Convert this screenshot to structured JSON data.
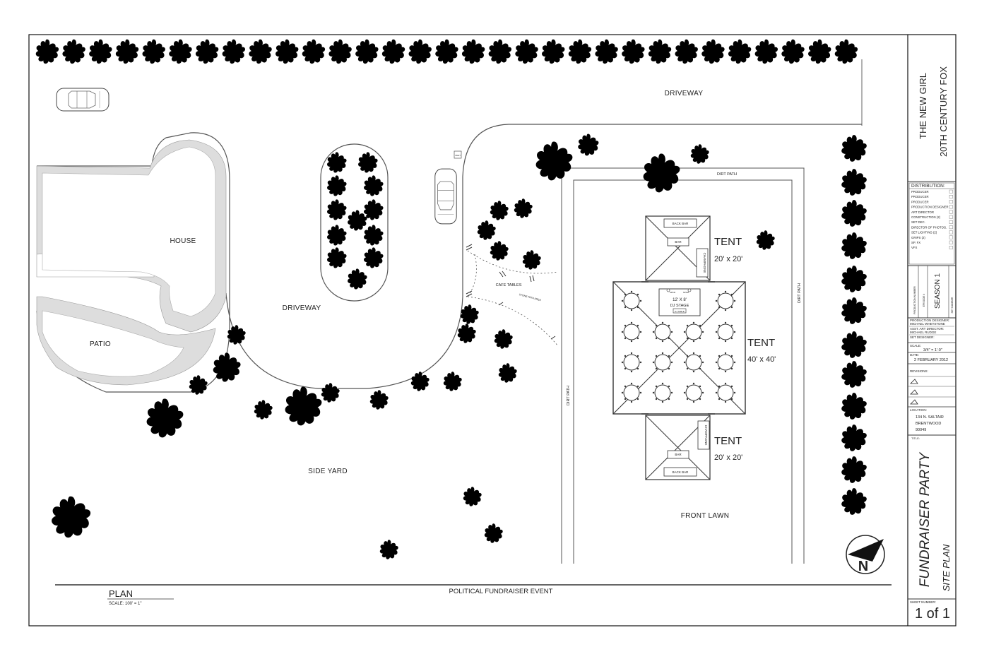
{
  "plan": {
    "labels": {
      "driveway_top": "DRIVEWAY",
      "driveway_mid": "DRIVEWAY",
      "house": "HOUSE",
      "patio": "PATIO",
      "side_yard": "SIDE YARD",
      "front_lawn": "FRONT LAWN",
      "dirt_path_top": "DIRT PATH",
      "dirt_path_left": "DIRT PATH",
      "dirt_path_right": "DIRT PATH",
      "cafe_tables": "CAFE TABLES",
      "stone_path": "STONE PATH AREA",
      "valet": "VALET"
    },
    "tent_top": {
      "title": "TENT",
      "size": "20' x 20'",
      "back_bar": "BACK BAR",
      "bar": "BAR",
      "champagne": "CHAMPAGNE"
    },
    "tent_main": {
      "title": "TENT",
      "size": "40' x 40'",
      "stage_line1": "12' X 8'",
      "stage_line2": "DJ STAGE",
      "stage_small": "DJ TABLE",
      "stage_speaker_l": "SPKR",
      "stage_speaker_r": "SPKR"
    },
    "tent_bottom": {
      "title": "TENT",
      "size": "20' x 20'",
      "back_bar": "BACK BAR",
      "bar": "BAR",
      "champagne": "CHAMPAGNE"
    },
    "north": "N",
    "footer": {
      "event": "POLITICAL FUNDRAISER EVENT",
      "plan_title": "PLAN",
      "scale": "SCALE: 100' = 1\""
    }
  },
  "title_block": {
    "show": "THE NEW GIRL",
    "studio": "20TH CENTURY FOX",
    "distribution_heading": "DISTRIBUTION:",
    "distribution": [
      "PRODUCER",
      "PRODUCER",
      "PRODUCER",
      "PRODUCTION DESIGNER",
      "ART DIRECTOR",
      "CONSTRUCTION (2)",
      "SET DEC.",
      "DIRECTOR OF PHOTOG.",
      "SET LIGHTING (2)",
      "GRIPS (2)",
      "SP. FX",
      "VFX"
    ],
    "production_number_label": "PRODUCTION NUMBER",
    "episode_label": "EPISODE #",
    "season": "SEASON 1",
    "set_number_label": "SET NUMBER",
    "production_designer_label": "PRODUCTION DESIGNER:",
    "production_designer": "MICHAEL WHETSTONE",
    "asst_art_director_label": "ASST. ART DIRECTOR:",
    "asst_art_director": "MICHAEL RUDGE",
    "set_designer_label": "SET DESIGNER:",
    "scale_label": "SCALE:",
    "scale": "3/4\" = 1'-0\"",
    "date_label": "DATE:",
    "date": "2 FEBRUARY 2012",
    "revisions_label": "REVISIONS:",
    "location_label": "LOCATION:",
    "location_line1": "134 N. SALTAIR",
    "location_line2": "BRENTWOOD",
    "location_line3": "90049",
    "title_label": "TITLE:",
    "title": "FUNDRAISER PARTY",
    "subtitle": "SITE PLAN",
    "sheet_label": "SHEET NUMBER:",
    "sheet": "1 of 1"
  }
}
